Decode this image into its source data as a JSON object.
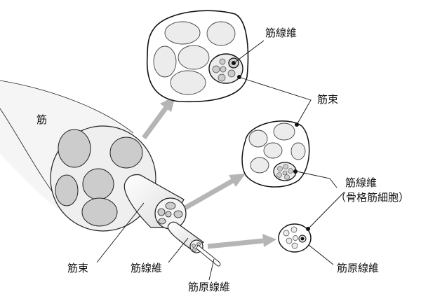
{
  "labels": {
    "muscle": "筋",
    "fascicle_left": "筋束",
    "fiber_left": "筋線維",
    "myofibril_left": "筋原線維",
    "fiber_top": "筋線維",
    "fascicle_right": "筋束",
    "fiber_right": "筋線維",
    "fiber_right_note": "（骨格筋細胞）",
    "myofibril_right": "筋原線維"
  },
  "colors": {
    "fill_light": "#ececec",
    "fill_dark": "#cccccc",
    "arrow": "#b5b5b5"
  }
}
